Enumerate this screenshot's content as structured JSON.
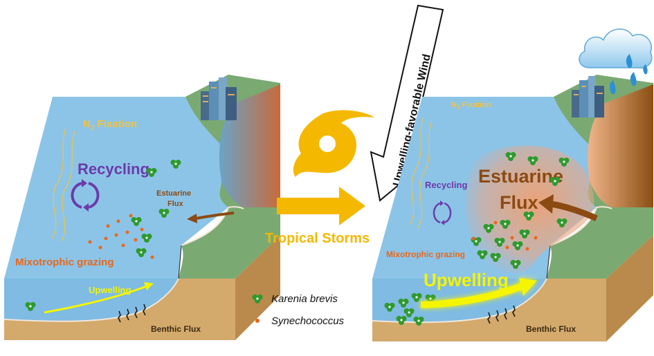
{
  "left_panel": {
    "n2_fixation": "N",
    "n2_sub": "2",
    "n2_rest": " Fixation",
    "recycling": "Recycling",
    "estuarine_flux_line1": "Estuarine",
    "estuarine_flux_line2": "Flux",
    "mixotrophic_grazing": "Mixotrophic grazing",
    "upwelling": "Upwelling",
    "benthic_flux": "Benthic Flux"
  },
  "middle": {
    "tropical_storms": "Tropical Storms",
    "wind_label": "Upwelling-favorable Wind"
  },
  "right_panel": {
    "n2_fixation": "N",
    "n2_sub": "2",
    "n2_rest": " Fixation",
    "recycling": "Recycling",
    "estuarine_flux_line1": "Estuarine",
    "estuarine_flux_line2": "Flux",
    "mixotrophic_grazing": "Mixotrophic grazing",
    "upwelling": "Upwelling",
    "benthic_flux": "Benthic Flux"
  },
  "legend": {
    "karenia": "Karenia brevis",
    "synechococcus": "Synechococcus"
  },
  "colors": {
    "water": "#8cc4e8",
    "sediment": "#d2a86a",
    "land": "#7aaa72",
    "cliff": "#a86b2a",
    "storm": "#f5b800",
    "recycling": "#6a3ba8",
    "estuarine": "#8b4a12",
    "grazing": "#e8681c",
    "n2": "#f5b800",
    "upwelling_glow": "#f5f500",
    "karenia": "#2e9a2e",
    "synechococcus": "#e8681c"
  }
}
